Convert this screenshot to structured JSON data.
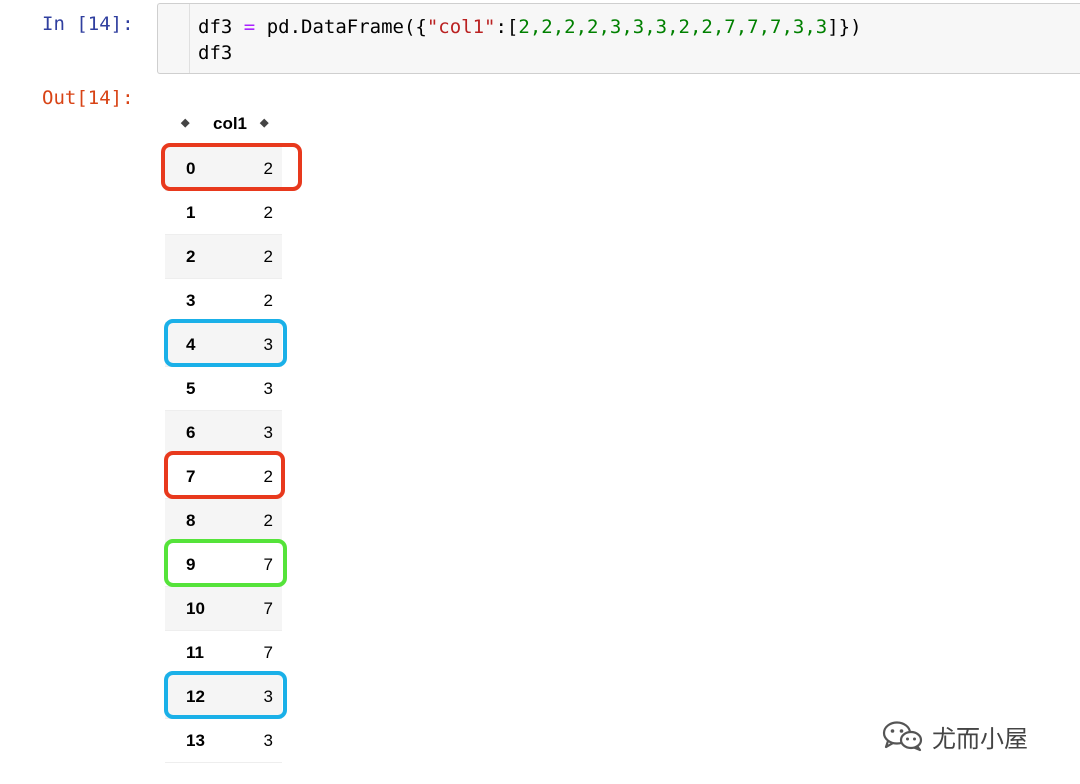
{
  "cell": {
    "in_prompt": "In [14]:",
    "out_prompt": "Out[14]:",
    "code": {
      "line1": {
        "lhs": "df3",
        "op": "=",
        "call": "pd.DataFrame({",
        "key": "\"col1\"",
        "colon_bracket": ":[",
        "numbers": "2,2,2,2,3,3,3,2,2,7,7,7,3,3",
        "close": "]})"
      },
      "line2": "df3"
    }
  },
  "dataframe": {
    "column_header": "col1",
    "rows": [
      {
        "index": "0",
        "value": "2"
      },
      {
        "index": "1",
        "value": "2"
      },
      {
        "index": "2",
        "value": "2"
      },
      {
        "index": "3",
        "value": "2"
      },
      {
        "index": "4",
        "value": "3"
      },
      {
        "index": "5",
        "value": "3"
      },
      {
        "index": "6",
        "value": "3"
      },
      {
        "index": "7",
        "value": "2"
      },
      {
        "index": "8",
        "value": "2"
      },
      {
        "index": "9",
        "value": "7"
      },
      {
        "index": "10",
        "value": "7"
      },
      {
        "index": "11",
        "value": "7"
      },
      {
        "index": "12",
        "value": "3"
      },
      {
        "index": "13",
        "value": "3"
      }
    ]
  },
  "highlight_colors": {
    "red": "#e8391d",
    "blue": "#1ab0e8",
    "green": "#55e33a"
  },
  "watermark": {
    "text": "尤而小屋",
    "icon": "wechat-icon"
  }
}
